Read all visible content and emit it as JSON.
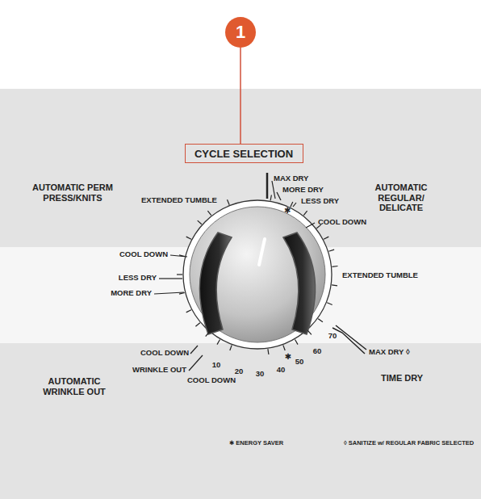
{
  "diagram": {
    "nodes": [
      {
        "text": [
          "1"
        ]
      },
      {
        "text": [
          "CYCLE SELECTION"
        ]
      }
    ],
    "edges": [
      {
        "from": 0,
        "to": 1,
        "arrow": "none"
      }
    ],
    "labels": [
      "AUTOMATIC PERM PRESS/KNITS",
      "EXTENDED TUMBLE",
      "MAX DRY",
      "MORE DRY",
      "LESS DRY",
      "✱",
      "COOL DOWN",
      "AUTOMATIC REGULAR/ DELICATE",
      "COOL DOWN",
      "LESS DRY",
      "MORE DRY",
      "EXTENDED TUMBLE",
      "COOL DOWN",
      "WRINKLE OUT",
      "AUTOMATIC WRINKLE OUT",
      "10",
      "20",
      "30",
      "40",
      "✱",
      "50",
      "60",
      "70",
      "MAX DRY ◊",
      "TIME DRY",
      "COOL DOWN",
      "✱ ENERGY SAVER",
      "◊ SANITIZE w/ REGULAR FABRIC SELECTED"
    ]
  }
}
